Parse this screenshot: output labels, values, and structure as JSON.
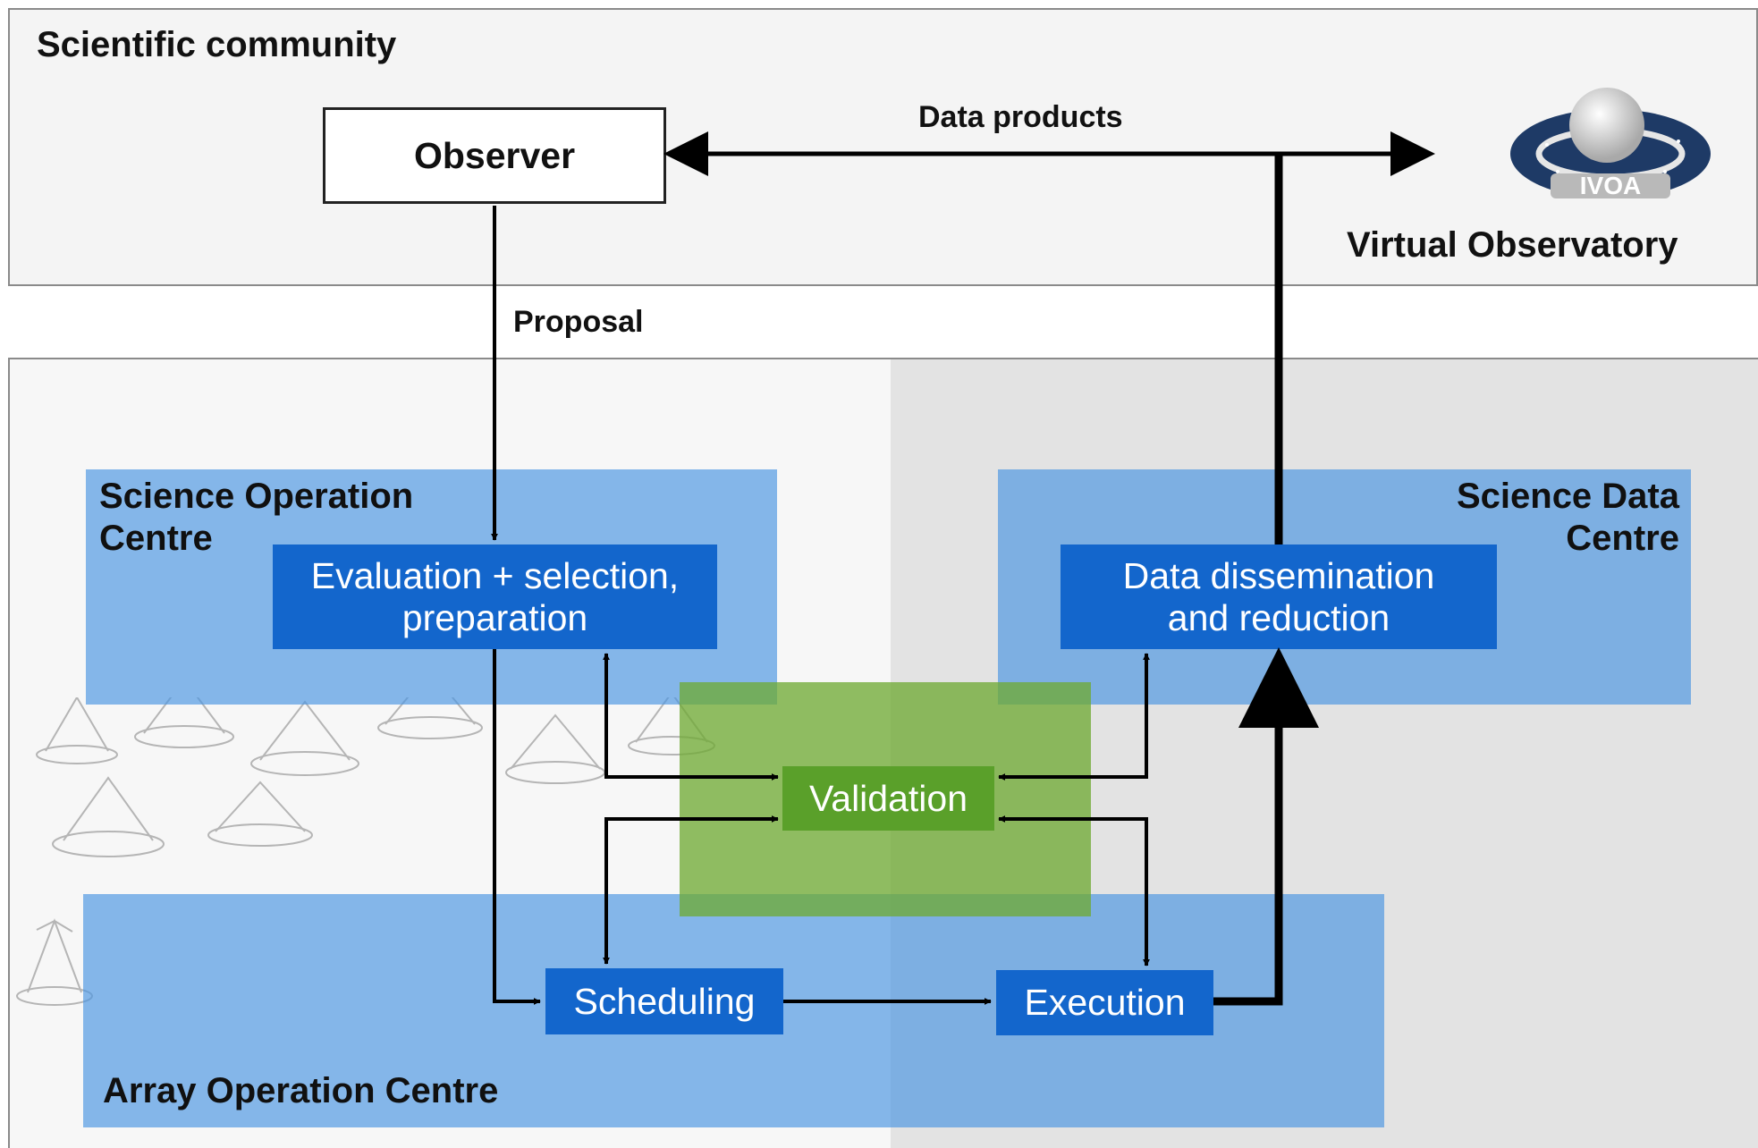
{
  "regions": {
    "community": {
      "title": "Scientific community"
    },
    "cta": {
      "title": "CTA observatory"
    }
  },
  "centres": {
    "soc": {
      "title_line1": "Science Operation",
      "title_line2": "Centre"
    },
    "sdc": {
      "title_line1": "Science Data",
      "title_line2": "Centre"
    },
    "aoc": {
      "title": "Array Operation Centre"
    }
  },
  "nodes": {
    "observer": "Observer",
    "evaluation": {
      "line1": "Evaluation + selection,",
      "line2": "preparation"
    },
    "dissemination": {
      "line1": "Data dissemination",
      "line2": "and reduction"
    },
    "validation": "Validation",
    "scheduling": "Scheduling",
    "execution": "Execution"
  },
  "flows": {
    "data_products": "Data products",
    "proposal": "Proposal"
  },
  "virtual_observatory": {
    "label": "Virtual Observatory",
    "logo_text": "IVOA"
  },
  "colors": {
    "process_blue": "#1366cc",
    "centre_blue": "#4c96e1",
    "validation_green": "#5aa02a",
    "validation_zone_green": "#6eaa32",
    "grey_panel": "#e3e3e3",
    "arrow": "#000000"
  },
  "icons": {
    "vo_logo": "ivoa-logo-icon",
    "telescope_sketch": "telescope-array-sketch-icon"
  }
}
